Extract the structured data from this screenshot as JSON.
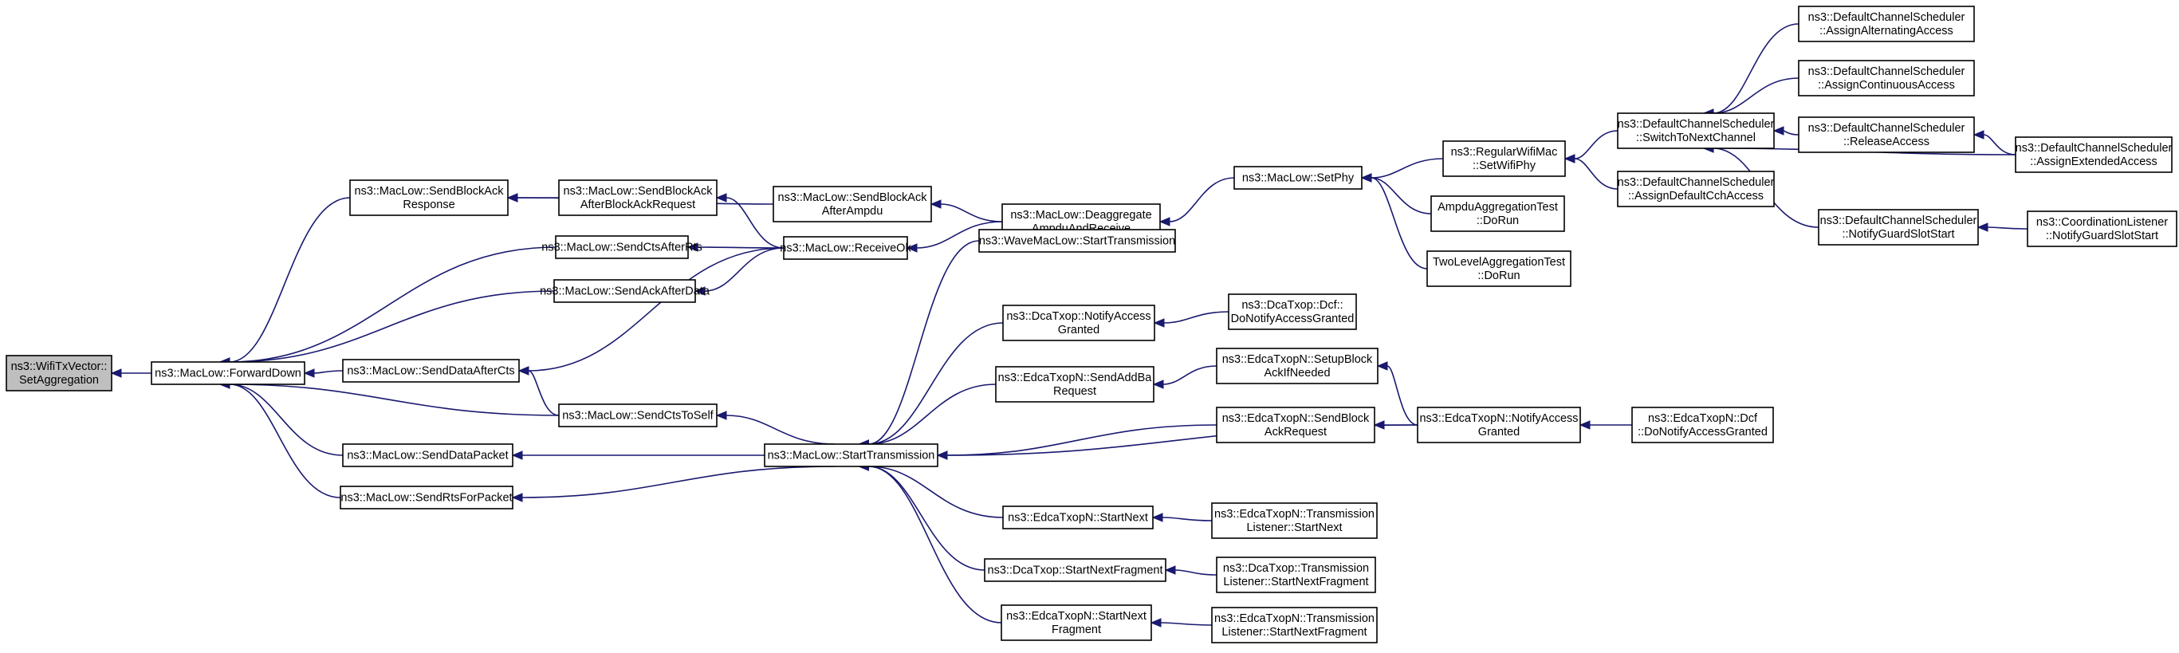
{
  "diagram": {
    "title": "",
    "nodes": [
      {
        "id": "settx",
        "lines": [
          "ns3::WifiTxVector::",
          "SetAggregation"
        ],
        "highlight": true
      },
      {
        "id": "fwd",
        "lines": [
          "ns3::MacLow::ForwardDown"
        ]
      },
      {
        "id": "sbaresp",
        "lines": [
          "ns3::MacLow::SendBlockAck",
          "Response"
        ]
      },
      {
        "id": "sbabar",
        "lines": [
          "ns3::MacLow::SendBlockAck",
          "AfterBlockAckRequest"
        ]
      },
      {
        "id": "sbaampdu",
        "lines": [
          "ns3::MacLow::SendBlockAck",
          "AfterAmpdu"
        ]
      },
      {
        "id": "deagg",
        "lines": [
          "ns3::MacLow::Deaggregate",
          "AmpduAndReceive"
        ]
      },
      {
        "id": "setphy",
        "lines": [
          "ns3::MacLow::SetPhy"
        ]
      },
      {
        "id": "regwifi",
        "lines": [
          "ns3::RegularWifiMac",
          "::SetWifiPhy"
        ]
      },
      {
        "id": "ampdutest",
        "lines": [
          "AmpduAggregationTest",
          "::DoRun"
        ]
      },
      {
        "id": "twoleveltest",
        "lines": [
          "TwoLevelAggregationTest",
          "::DoRun"
        ]
      },
      {
        "id": "switchnext",
        "lines": [
          "ns3::DefaultChannelScheduler",
          "::SwitchToNextChannel"
        ]
      },
      {
        "id": "assigndefault",
        "lines": [
          "ns3::DefaultChannelScheduler",
          "::AssignDefaultCchAccess"
        ]
      },
      {
        "id": "assignalt",
        "lines": [
          "ns3::DefaultChannelScheduler",
          "::AssignAlternatingAccess"
        ]
      },
      {
        "id": "assigncont",
        "lines": [
          "ns3::DefaultChannelScheduler",
          "::AssignContinuousAccess"
        ]
      },
      {
        "id": "release",
        "lines": [
          "ns3::DefaultChannelScheduler",
          "::ReleaseAccess"
        ]
      },
      {
        "id": "assignext",
        "lines": [
          "ns3::DefaultChannelScheduler",
          "::AssignExtendedAccess"
        ]
      },
      {
        "id": "notifyguard",
        "lines": [
          "ns3::DefaultChannelScheduler",
          "::NotifyGuardSlotStart"
        ]
      },
      {
        "id": "coordguard",
        "lines": [
          "ns3::CoordinationListener",
          "::NotifyGuardSlotStart"
        ]
      },
      {
        "id": "ctsrts",
        "lines": [
          "ns3::MacLow::SendCtsAfterRts"
        ]
      },
      {
        "id": "receiveok",
        "lines": [
          "ns3::MacLow::ReceiveOk"
        ]
      },
      {
        "id": "ackdata",
        "lines": [
          "ns3::MacLow::SendAckAfterData"
        ]
      },
      {
        "id": "datacts",
        "lines": [
          "ns3::MacLow::SendDataAfterCts"
        ]
      },
      {
        "id": "ctsself",
        "lines": [
          "ns3::MacLow::SendCtsToSelf"
        ]
      },
      {
        "id": "datapacket",
        "lines": [
          "ns3::MacLow::SendDataPacket"
        ]
      },
      {
        "id": "rtspacket",
        "lines": [
          "ns3::MacLow::SendRtsForPacket"
        ]
      },
      {
        "id": "starttx",
        "lines": [
          "ns3::MacLow::StartTransmission"
        ]
      },
      {
        "id": "wavestart",
        "lines": [
          "ns3::WaveMacLow::StartTransmission"
        ]
      },
      {
        "id": "dcanotify",
        "lines": [
          "ns3::DcaTxop::NotifyAccess",
          "Granted"
        ]
      },
      {
        "id": "dcadcf",
        "lines": [
          "ns3::DcaTxop::Dcf::",
          "DoNotifyAccessGranted"
        ]
      },
      {
        "id": "edcaaddba",
        "lines": [
          "ns3::EdcaTxopN::SendAddBa",
          "Request"
        ]
      },
      {
        "id": "edcasetup",
        "lines": [
          "ns3::EdcaTxopN::SetupBlock",
          "AckIfNeeded"
        ]
      },
      {
        "id": "edcasendbar",
        "lines": [
          "ns3::EdcaTxopN::SendBlock",
          "AckRequest"
        ]
      },
      {
        "id": "edcanotify",
        "lines": [
          "ns3::EdcaTxopN::NotifyAccess",
          "Granted"
        ]
      },
      {
        "id": "edcadcf",
        "lines": [
          "ns3::EdcaTxopN::Dcf",
          "::DoNotifyAccessGranted"
        ]
      },
      {
        "id": "edcastartnext",
        "lines": [
          "ns3::EdcaTxopN::StartNext"
        ]
      },
      {
        "id": "edcatlnext",
        "lines": [
          "ns3::EdcaTxopN::Transmission",
          "Listener::StartNext"
        ]
      },
      {
        "id": "dcastartfrag",
        "lines": [
          "ns3::DcaTxop::StartNextFragment"
        ]
      },
      {
        "id": "dcatlfrag",
        "lines": [
          "ns3::DcaTxop::Transmission",
          "Listener::StartNextFragment"
        ]
      },
      {
        "id": "edcastartfrag",
        "lines": [
          "ns3::EdcaTxopN::StartNext",
          "Fragment"
        ]
      },
      {
        "id": "edcatlfrag",
        "lines": [
          "ns3::EdcaTxopN::Transmission",
          "Listener::StartNextFragment"
        ]
      }
    ],
    "edges": [
      {
        "from": "fwd",
        "to": "settx"
      },
      {
        "from": "sbaresp",
        "to": "fwd"
      },
      {
        "from": "ctsrts",
        "to": "fwd"
      },
      {
        "from": "ackdata",
        "to": "fwd"
      },
      {
        "from": "datacts",
        "to": "fwd"
      },
      {
        "from": "ctsself",
        "to": "fwd"
      },
      {
        "from": "datapacket",
        "to": "fwd"
      },
      {
        "from": "rtspacket",
        "to": "fwd"
      },
      {
        "from": "sbabar",
        "to": "sbaresp"
      },
      {
        "from": "sbaampdu",
        "to": "sbaresp"
      },
      {
        "from": "deagg",
        "to": "sbaampdu"
      },
      {
        "from": "receiveok",
        "to": "sbabar"
      },
      {
        "from": "receiveok",
        "to": "ctsrts"
      },
      {
        "from": "receiveok",
        "to": "ackdata"
      },
      {
        "from": "receiveok",
        "to": "datacts"
      },
      {
        "from": "deagg",
        "to": "receiveok"
      },
      {
        "from": "setphy",
        "to": "deagg"
      },
      {
        "from": "regwifi",
        "to": "setphy"
      },
      {
        "from": "ampdutest",
        "to": "setphy"
      },
      {
        "from": "twoleveltest",
        "to": "setphy"
      },
      {
        "from": "switchnext",
        "to": "regwifi"
      },
      {
        "from": "assigndefault",
        "to": "regwifi"
      },
      {
        "from": "assignalt",
        "to": "switchnext"
      },
      {
        "from": "assigncont",
        "to": "switchnext"
      },
      {
        "from": "release",
        "to": "switchnext"
      },
      {
        "from": "assignext",
        "to": "switchnext"
      },
      {
        "from": "notifyguard",
        "to": "switchnext"
      },
      {
        "from": "assignext",
        "to": "release"
      },
      {
        "from": "coordguard",
        "to": "notifyguard"
      },
      {
        "from": "ctsself",
        "to": "datacts"
      },
      {
        "from": "starttx",
        "to": "ctsself"
      },
      {
        "from": "starttx",
        "to": "datapacket"
      },
      {
        "from": "starttx",
        "to": "rtspacket"
      },
      {
        "from": "wavestart",
        "to": "starttx"
      },
      {
        "from": "dcanotify",
        "to": "starttx"
      },
      {
        "from": "edcaaddba",
        "to": "starttx"
      },
      {
        "from": "edcasendbar",
        "to": "starttx"
      },
      {
        "from": "edcanotify",
        "to": "starttx"
      },
      {
        "from": "edcastartnext",
        "to": "starttx"
      },
      {
        "from": "dcastartfrag",
        "to": "starttx"
      },
      {
        "from": "edcastartfrag",
        "to": "starttx"
      },
      {
        "from": "dcadcf",
        "to": "dcanotify"
      },
      {
        "from": "edcasetup",
        "to": "edcaaddba"
      },
      {
        "from": "edcanotify",
        "to": "edcasetup"
      },
      {
        "from": "edcanotify",
        "to": "edcasendbar"
      },
      {
        "from": "edcadcf",
        "to": "edcanotify"
      },
      {
        "from": "edcatlnext",
        "to": "edcastartnext"
      },
      {
        "from": "dcatlfrag",
        "to": "dcastartfrag"
      },
      {
        "from": "edcatlfrag",
        "to": "edcastartfrag"
      }
    ],
    "colors": {
      "edge": "#191970",
      "node_fill": "#ffffff",
      "node_stroke": "#000000",
      "highlight_fill": "#bfbfbf"
    }
  }
}
